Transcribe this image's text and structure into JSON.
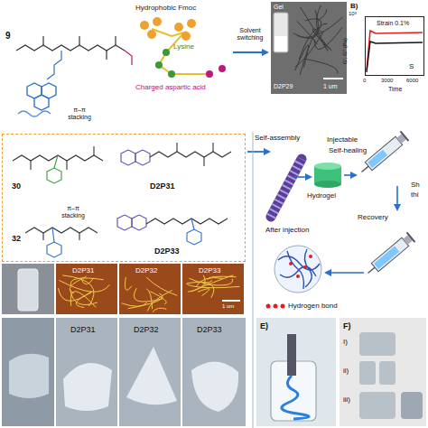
{
  "diagram": {
    "nodes": [
      {
        "text": [
          "Gel",
          "D2P29",
          "1 um"
        ]
      },
      {
        "text": [
          "Strain 0.1%",
          "S"
        ]
      },
      {
        "text": [
          "30",
          "D2P31",
          "π–π stacking",
          "32",
          "D2P33"
        ]
      },
      {
        "text": [
          "D2P31"
        ]
      },
      {
        "text": [
          "D2P32"
        ]
      },
      {
        "text": [
          "D2P33",
          "1 um"
        ]
      },
      {
        "text": [
          "D2P31"
        ]
      },
      {
        "text": [
          "D2P32"
        ]
      },
      {
        "text": [
          "D2P33"
        ]
      },
      {
        "text": [
          "E)"
        ]
      },
      {
        "text": [
          "F)",
          "I)",
          "ii)",
          "iii)"
        ]
      }
    ],
    "labels": [
      "9",
      "Hydrophobic Fmoc",
      "Lysine",
      "Charged aspartic acid",
      "Solvent switching",
      "π–π stacking",
      "B)",
      "10³",
      "G', G'' (Pa)",
      "0",
      "3000",
      "6000",
      "Time",
      "Self-assembly",
      "Hydrogel",
      "Injectable",
      "Self-healing",
      "Sh",
      "thi",
      "After injection",
      "Recovery"
    ],
    "legend": [
      {
        "text": "Hydrogen bond"
      }
    ]
  }
}
